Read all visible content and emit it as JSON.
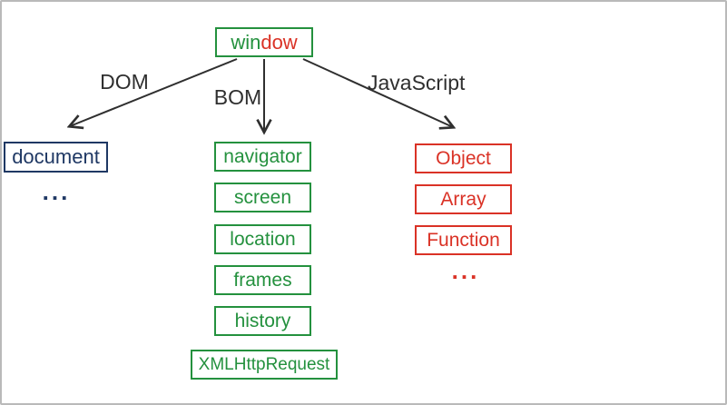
{
  "diagram": {
    "root": {
      "label_green": "win",
      "label_red": "dow"
    },
    "branch_labels": {
      "dom": "DOM",
      "bom": "BOM",
      "js": "JavaScript"
    },
    "columns": {
      "dom": {
        "nodes": [
          "document"
        ],
        "more": "..."
      },
      "bom": {
        "nodes": [
          "navigator",
          "screen",
          "location",
          "frames",
          "history",
          "XMLHttpRequest"
        ]
      },
      "js": {
        "nodes": [
          "Object",
          "Array",
          "Function"
        ],
        "more": "..."
      }
    },
    "colors": {
      "green": "#24913e",
      "red": "#da3226",
      "navy": "#1f3864",
      "arrow": "#2f2f2f",
      "frame": "#b9b9b9"
    }
  }
}
